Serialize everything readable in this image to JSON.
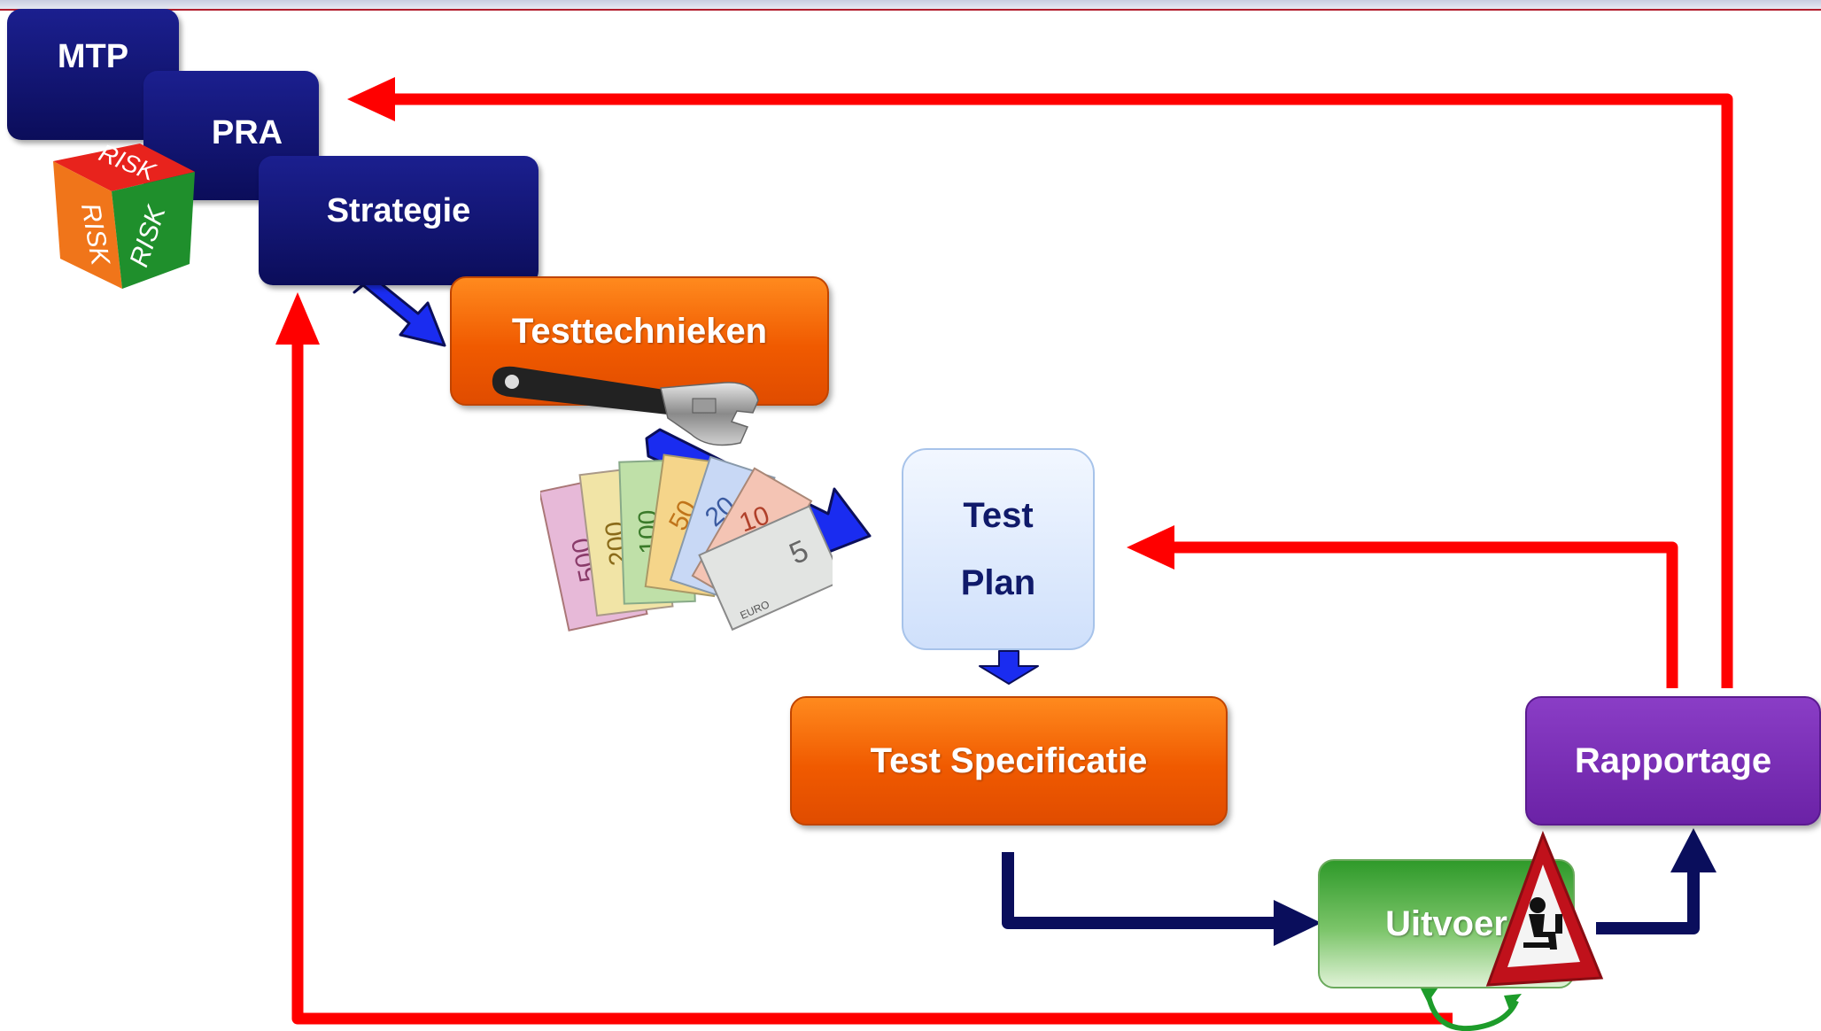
{
  "boxes": {
    "mtp": "MTP",
    "pra": "PRA",
    "strategie": "Strategie",
    "testtechnieken": "Testtechnieken",
    "test_plan_line1": "Test",
    "test_plan_line2": "Plan",
    "test_specificatie": "Test Specificatie",
    "uitvoer": "Uitvoer",
    "rapportage": "Rapportage"
  },
  "risk_cube": {
    "faces": [
      "RISK",
      "RISK",
      "RISK"
    ]
  },
  "banknotes": {
    "denominations": [
      "500",
      "200",
      "100",
      "50",
      "20",
      "10",
      "5"
    ],
    "currency": "EURO"
  },
  "colors": {
    "navy": "#0f1170",
    "orange": "#f26a0a",
    "plan_fill": "#dde8fb",
    "purple": "#7a2fb6",
    "green": "#5aaf4a",
    "feedback_arrow": "#ff0000",
    "flow_arrow_blue": "#1a2cf0",
    "flow_arrow_navy": "#0a0e5c"
  }
}
